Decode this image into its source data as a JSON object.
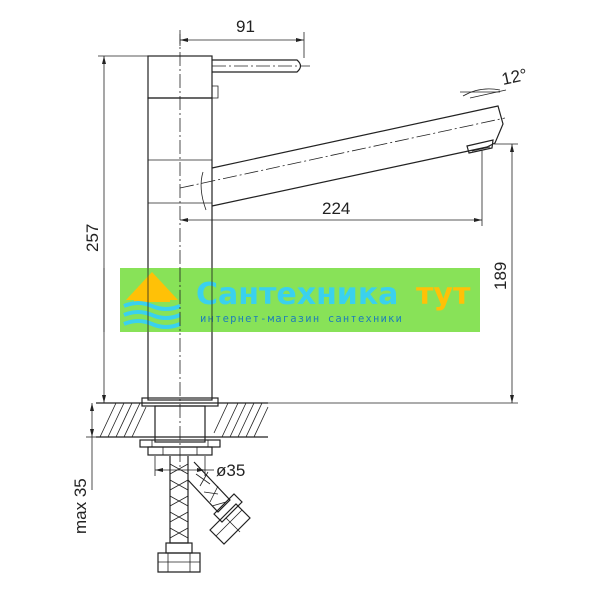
{
  "dimensions": {
    "handle_reach": "91",
    "spout_angle": "12°",
    "spout_reach": "224",
    "total_height": "257",
    "spout_height": "189",
    "mount_diameter": "ø35",
    "max_thickness": "max 35"
  },
  "watermark": {
    "brand": "Сантехника",
    "brand_accent": "тут",
    "tagline": "интернет-магазин сантехники",
    "band_color": "#7ee04a",
    "title_color": "#3ad1ee",
    "accent_color": "#ffc107",
    "tagline_color": "#1e7fb8",
    "logo_icon": "house-waves-icon"
  }
}
